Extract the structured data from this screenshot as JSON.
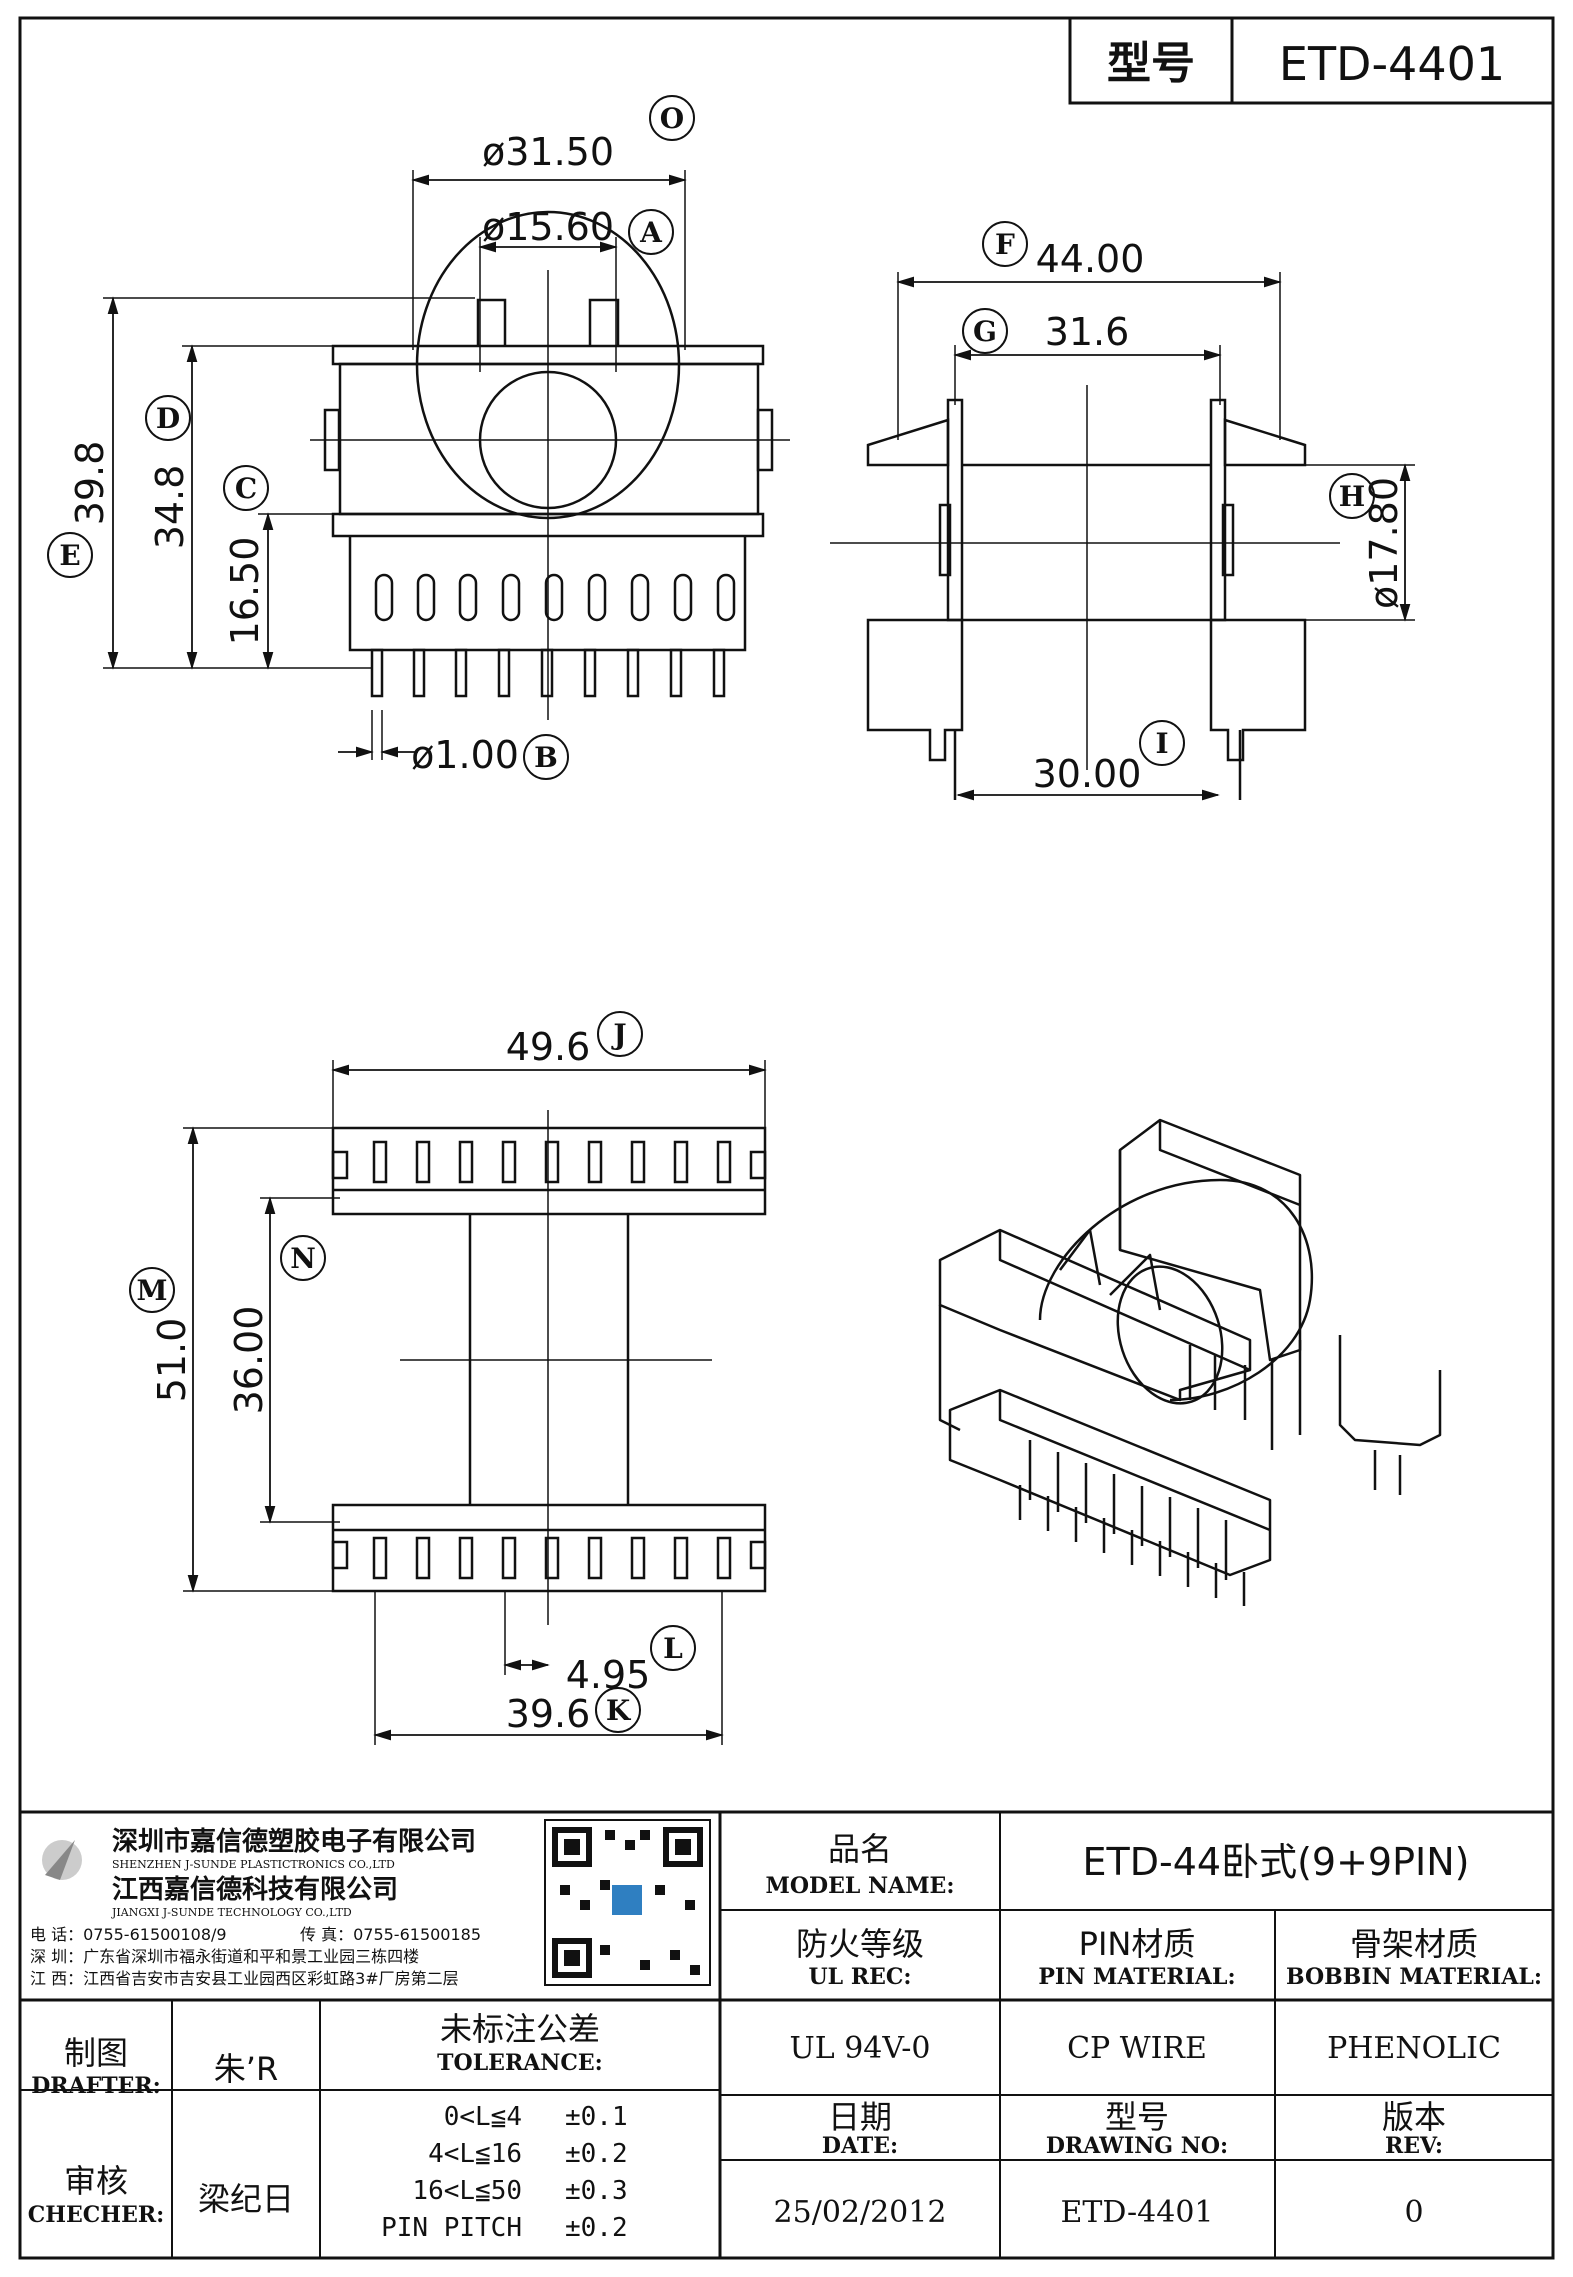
{
  "header": {
    "model_label": "型号",
    "model_value": "ETD-4401"
  },
  "front_view": {
    "dia_outer": "ø31.50",
    "label_outer": "O",
    "dia_inner": "ø15.60",
    "label_inner": "A",
    "height_total": "39.8",
    "label_total": "E",
    "height_mid": "34.8",
    "label_mid": "D",
    "height_low": "16.50",
    "label_low": "C",
    "pin_dia": "ø1.00",
    "label_pin": "B"
  },
  "side_view": {
    "width_outer": "44.00",
    "label_outer": "F",
    "width_inner": "31.6",
    "label_inner": "G",
    "dia": "ø17.80",
    "label_dia": "H",
    "pin_span": "30.00",
    "label_pin_span": "I"
  },
  "bottom_view": {
    "width": "49.6",
    "label_width": "J",
    "height": "51.0",
    "label_height": "M",
    "row_spacing": "36.00",
    "label_row_spacing": "N",
    "pitch": "4.95",
    "label_pitch": "L",
    "pin_width": "39.6",
    "label_pin_width": "K"
  },
  "company": {
    "name_cn_1": "深圳市嘉信德塑胶电子有限公司",
    "name_en_1": "SHENZHEN J-SUNDE PLASTICTRONICS CO.,LTD",
    "name_cn_2": "江西嘉信德科技有限公司",
    "name_en_2": "JIANGXI J-SUNDE TECHNOLOGY CO.,LTD",
    "phone": "电 话：0755-61500108/9",
    "fax": "传 真：0755-61500185",
    "addr_sz": "深 圳：广东省深圳市福永街道和平和景工业园三栋四楼",
    "addr_jx": "江 西：江西省吉安市吉安县工业园西区彩虹路3#厂房第二层"
  },
  "title_block": {
    "model_name_cn": "品名",
    "model_name_en": "MODEL NAME:",
    "model_name_value": "ETD-44卧式(9+9PIN)",
    "ul_cn": "防火等级",
    "ul_en": "UL REC:",
    "pin_mat_cn": "PIN材质",
    "pin_mat_en": "PIN MATERIAL:",
    "bobbin_mat_cn": "骨架材质",
    "bobbin_mat_en": "BOBBIN MATERIAL:",
    "ul_value": "UL 94V-0",
    "pin_mat_value": "CP WIRE",
    "bobbin_mat_value": "PHENOLIC",
    "drafter_cn": "制图",
    "drafter_en": "DRAFTER:",
    "drafter_value": "朱’R",
    "checker_cn": "审核",
    "checker_en": "CHECHER:",
    "checker_value": "梁纪日",
    "tolerance_cn": "未标注公差",
    "tolerance_en": "TOLERANCE:",
    "tolerances": [
      {
        "range": "0<L≦4",
        "value": "±0.1"
      },
      {
        "range": "4<L≦16",
        "value": "±0.2"
      },
      {
        "range": "16<L≦50",
        "value": "±0.3"
      },
      {
        "range": "PIN PITCH",
        "value": "±0.2"
      }
    ],
    "date_cn": "日期",
    "date_en": "DATE:",
    "date_value": "25/02/2012",
    "drawing_cn": "型号",
    "drawing_en": "DRAWING NO:",
    "drawing_value": "ETD-4401",
    "rev_cn": "版本",
    "rev_en": "REV:",
    "rev_value": "0"
  }
}
